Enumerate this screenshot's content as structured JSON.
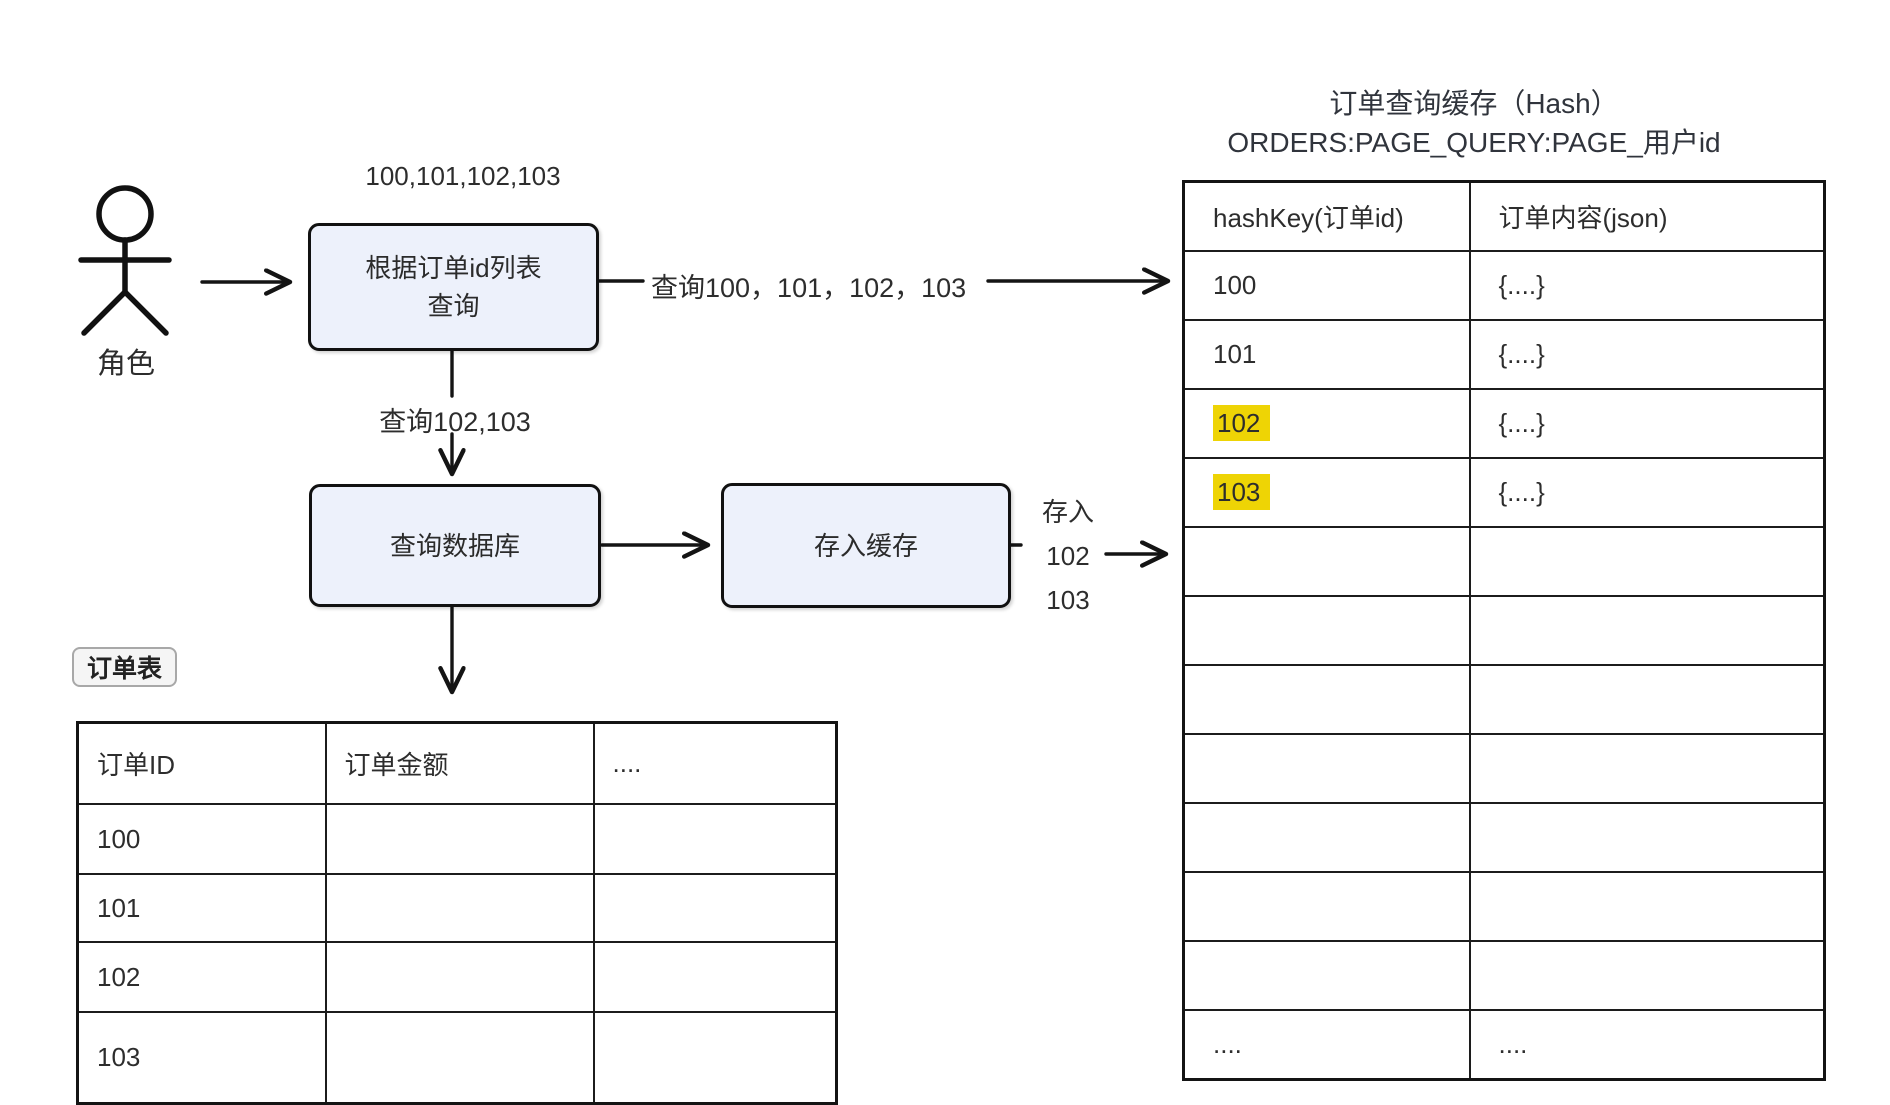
{
  "actor": {
    "label": "角色"
  },
  "labels": {
    "ids_above_box": "100,101,102,103",
    "query_all": "查询100，101，102，103",
    "query_partial": "查询102,103",
    "store_line1": "存入",
    "store_line2": "102",
    "store_line3": "103"
  },
  "boxes": {
    "query_by_ids_line1": "根据订单id列表",
    "query_by_ids_line2": "查询",
    "query_db": "查询数据库",
    "store_cache": "存入缓存"
  },
  "cache": {
    "title_line1": "订单查询缓存（Hash）",
    "title_line2": "ORDERS:PAGE_QUERY:PAGE_用户id",
    "headers": [
      "hashKey(订单id)",
      "订单内容(json)"
    ],
    "rows": [
      {
        "key": "100",
        "value": "{....}",
        "highlight": false
      },
      {
        "key": "101",
        "value": "{....}",
        "highlight": false
      },
      {
        "key": "102",
        "value": "{....}",
        "highlight": true
      },
      {
        "key": "103",
        "value": "{....}",
        "highlight": true
      },
      {
        "key": "",
        "value": "",
        "highlight": false
      },
      {
        "key": "",
        "value": "",
        "highlight": false
      },
      {
        "key": "",
        "value": "",
        "highlight": false
      },
      {
        "key": "",
        "value": "",
        "highlight": false
      },
      {
        "key": "",
        "value": "",
        "highlight": false
      },
      {
        "key": "",
        "value": "",
        "highlight": false
      },
      {
        "key": "",
        "value": "",
        "highlight": false
      },
      {
        "key": "....",
        "value": "....",
        "highlight": false
      }
    ]
  },
  "orders": {
    "badge": "订单表",
    "headers": [
      "订单ID",
      "订单金额",
      "...."
    ],
    "rows": [
      "100",
      "101",
      "102",
      "103"
    ]
  },
  "colors": {
    "box_fill": "#edf1fb",
    "highlight_yellow": "#eed405",
    "line_black": "#141414",
    "text": "#2d2d2d"
  }
}
